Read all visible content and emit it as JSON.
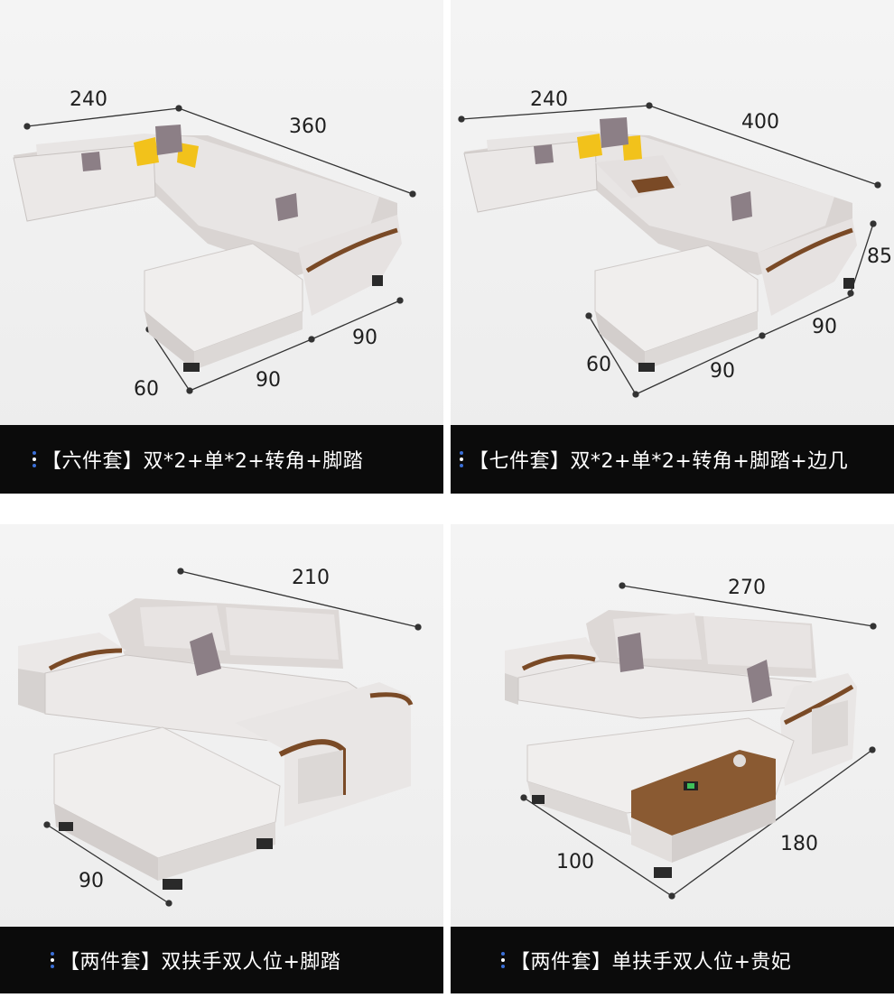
{
  "panels": [
    {
      "caption": "【六件套】双*2+单*2+转角+脚踏",
      "dimensions": [
        "240",
        "360",
        "90",
        "90",
        "60"
      ]
    },
    {
      "caption": "【七件套】双*2+单*2+转角+脚踏+边几",
      "dimensions": [
        "240",
        "400",
        "85",
        "90",
        "90",
        "60"
      ]
    },
    {
      "caption": "【两件套】双扶手双人位+脚踏",
      "dimensions": [
        "210",
        "90"
      ]
    },
    {
      "caption": "【两件套】单扶手双人位+贵妃",
      "dimensions": [
        "270",
        "180",
        "100"
      ]
    }
  ],
  "colors": {
    "caption_bg": "#0b0b0b",
    "caption_text": "#ffffff",
    "dot_blue": "#3a6fd8",
    "dot_white": "#ffffff",
    "sofa_leather": "#e4e0df",
    "sofa_shadow": "#c9c4c2",
    "wood_trim": "#7a4a26",
    "pillow_yellow": "#f2c21b"
  }
}
